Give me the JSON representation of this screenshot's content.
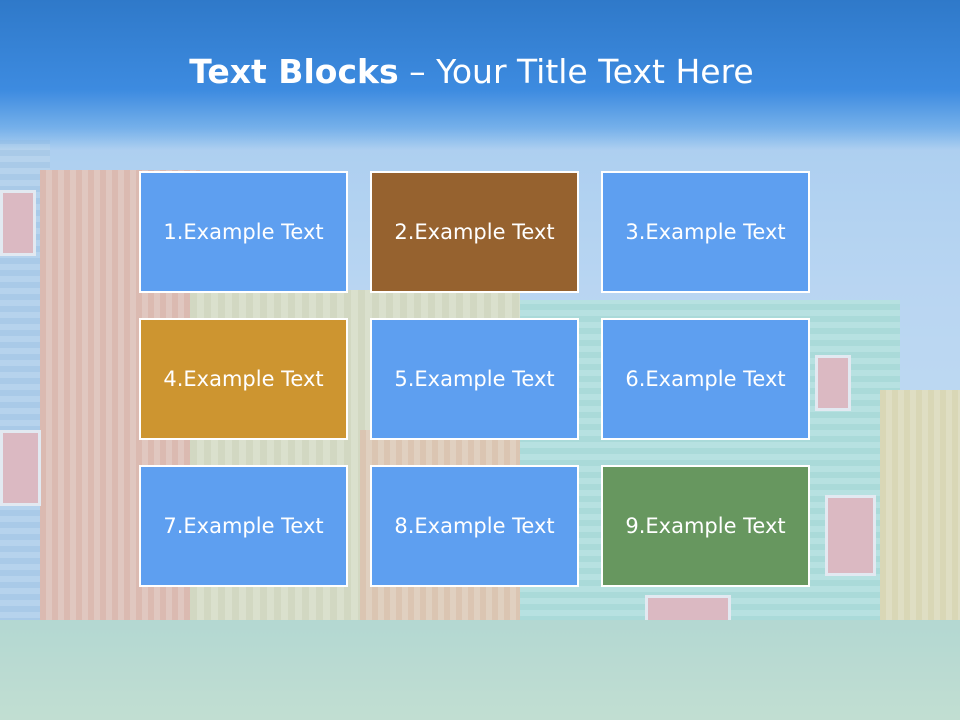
{
  "title": {
    "bold_part": "Text Blocks",
    "separator": " – ",
    "regular_part": "Your Title Text Here"
  },
  "blocks": [
    {
      "label": "1.Example Text",
      "color": "#5e9ff0"
    },
    {
      "label": "2.Example Text",
      "color": "#96622f"
    },
    {
      "label": "3.Example Text",
      "color": "#5e9ff0"
    },
    {
      "label": "4.Example Text",
      "color": "#cd9530"
    },
    {
      "label": "5.Example Text",
      "color": "#5e9ff0"
    },
    {
      "label": "6.Example Text",
      "color": "#5e9ff0"
    },
    {
      "label": "7.Example Text",
      "color": "#5e9ff0"
    },
    {
      "label": "8.Example Text",
      "color": "#5e9ff0"
    },
    {
      "label": "9.Example Text",
      "color": "#67975f"
    }
  ],
  "colors": {
    "header_blue": "#2f79c9",
    "block_blue": "#5e9ff0",
    "block_brown": "#96622f",
    "block_gold": "#cd9530",
    "block_green": "#67975f"
  }
}
